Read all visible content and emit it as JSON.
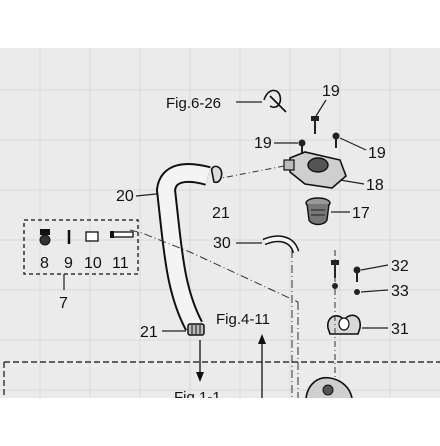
{
  "diagram": {
    "refs": {
      "fig_6_26": "Fig.6-26",
      "fig_4_11": "Fig.4-11",
      "fig_1_1": "Fig.1-1"
    },
    "callouts": {
      "p19_top": "19",
      "p19_left": "19",
      "p19_right": "19",
      "p18": "18",
      "p17": "17",
      "p20": "20",
      "p21_upper": "21",
      "p21_lower": "21",
      "p30": "30",
      "p32": "32",
      "p33": "33",
      "p31": "31",
      "p8": "8",
      "p9": "9",
      "p10": "10",
      "p11": "11",
      "p7": "7"
    }
  }
}
